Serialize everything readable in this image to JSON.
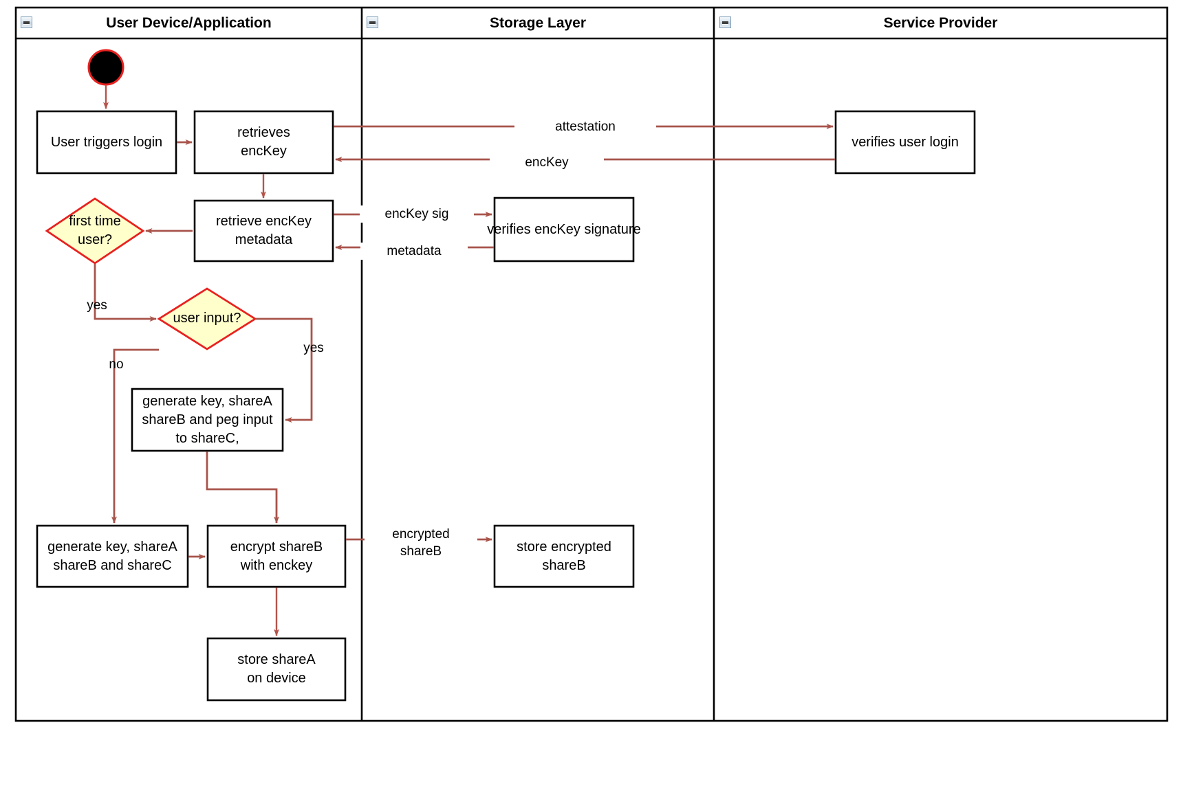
{
  "diagram": {
    "title_type": "UML activity diagram with swimlanes",
    "colors": {
      "arrow": "#a8544b",
      "arrow_thin": "#b5534b",
      "decision_fill": "#ffffcc",
      "decision_stroke": "#e8211f",
      "node_stroke": "#000000",
      "node_fill": "#ffffff",
      "frame": "#000000",
      "initial_fill": "#000000",
      "initial_ring": "#e8211f"
    },
    "lanes": [
      {
        "id": "lane-user-device",
        "label": "User Device/Application",
        "icon": "collapse-icon"
      },
      {
        "id": "lane-storage",
        "label": "Storage Layer",
        "icon": "collapse-icon"
      },
      {
        "id": "lane-service",
        "label": "Service Provider",
        "icon": "collapse-icon"
      }
    ],
    "nodes": [
      {
        "id": "initial",
        "kind": "initial-node",
        "label": ""
      },
      {
        "id": "user-triggers-login",
        "kind": "activity",
        "label": "User triggers login"
      },
      {
        "id": "retrieves-enckey",
        "kind": "activity",
        "label": "retrieves\nencKey"
      },
      {
        "id": "verifies-user-login",
        "kind": "activity",
        "label": "verifies user login"
      },
      {
        "id": "retrieve-enckey-metadata",
        "kind": "activity",
        "label": "retrieve encKey\nmetadata"
      },
      {
        "id": "verifies-enckey-signature",
        "kind": "activity",
        "label": "verifies encKey signature"
      },
      {
        "id": "first-time-user",
        "kind": "decision",
        "label": "first time\nuser?"
      },
      {
        "id": "user-input",
        "kind": "decision",
        "label": "user input?"
      },
      {
        "id": "generate-peg",
        "kind": "activity",
        "label": "generate key, shareA\nshareB and peg input\nto shareC,"
      },
      {
        "id": "generate-shares",
        "kind": "activity",
        "label": "generate key, shareA\nshareB and shareC"
      },
      {
        "id": "encrypt-shareb",
        "kind": "activity",
        "label": "encrypt shareB\nwith enckey"
      },
      {
        "id": "store-encrypted-shareb",
        "kind": "activity",
        "label": "store encrypted\nshareB"
      },
      {
        "id": "store-sharea",
        "kind": "activity",
        "label": "store shareA\non device"
      }
    ],
    "edge_labels": [
      {
        "id": "edge-attestation",
        "label": "attestation"
      },
      {
        "id": "edge-enckey",
        "label": "encKey"
      },
      {
        "id": "edge-enckey-sig",
        "label": "encKey sig"
      },
      {
        "id": "edge-metadata",
        "label": "metadata"
      },
      {
        "id": "edge-yes-first-time",
        "label": "yes"
      },
      {
        "id": "edge-no-user-input",
        "label": "no"
      },
      {
        "id": "edge-yes-user-input",
        "label": "yes"
      },
      {
        "id": "edge-encrypted-shareb",
        "label": "encrypted\nshareB"
      }
    ]
  }
}
